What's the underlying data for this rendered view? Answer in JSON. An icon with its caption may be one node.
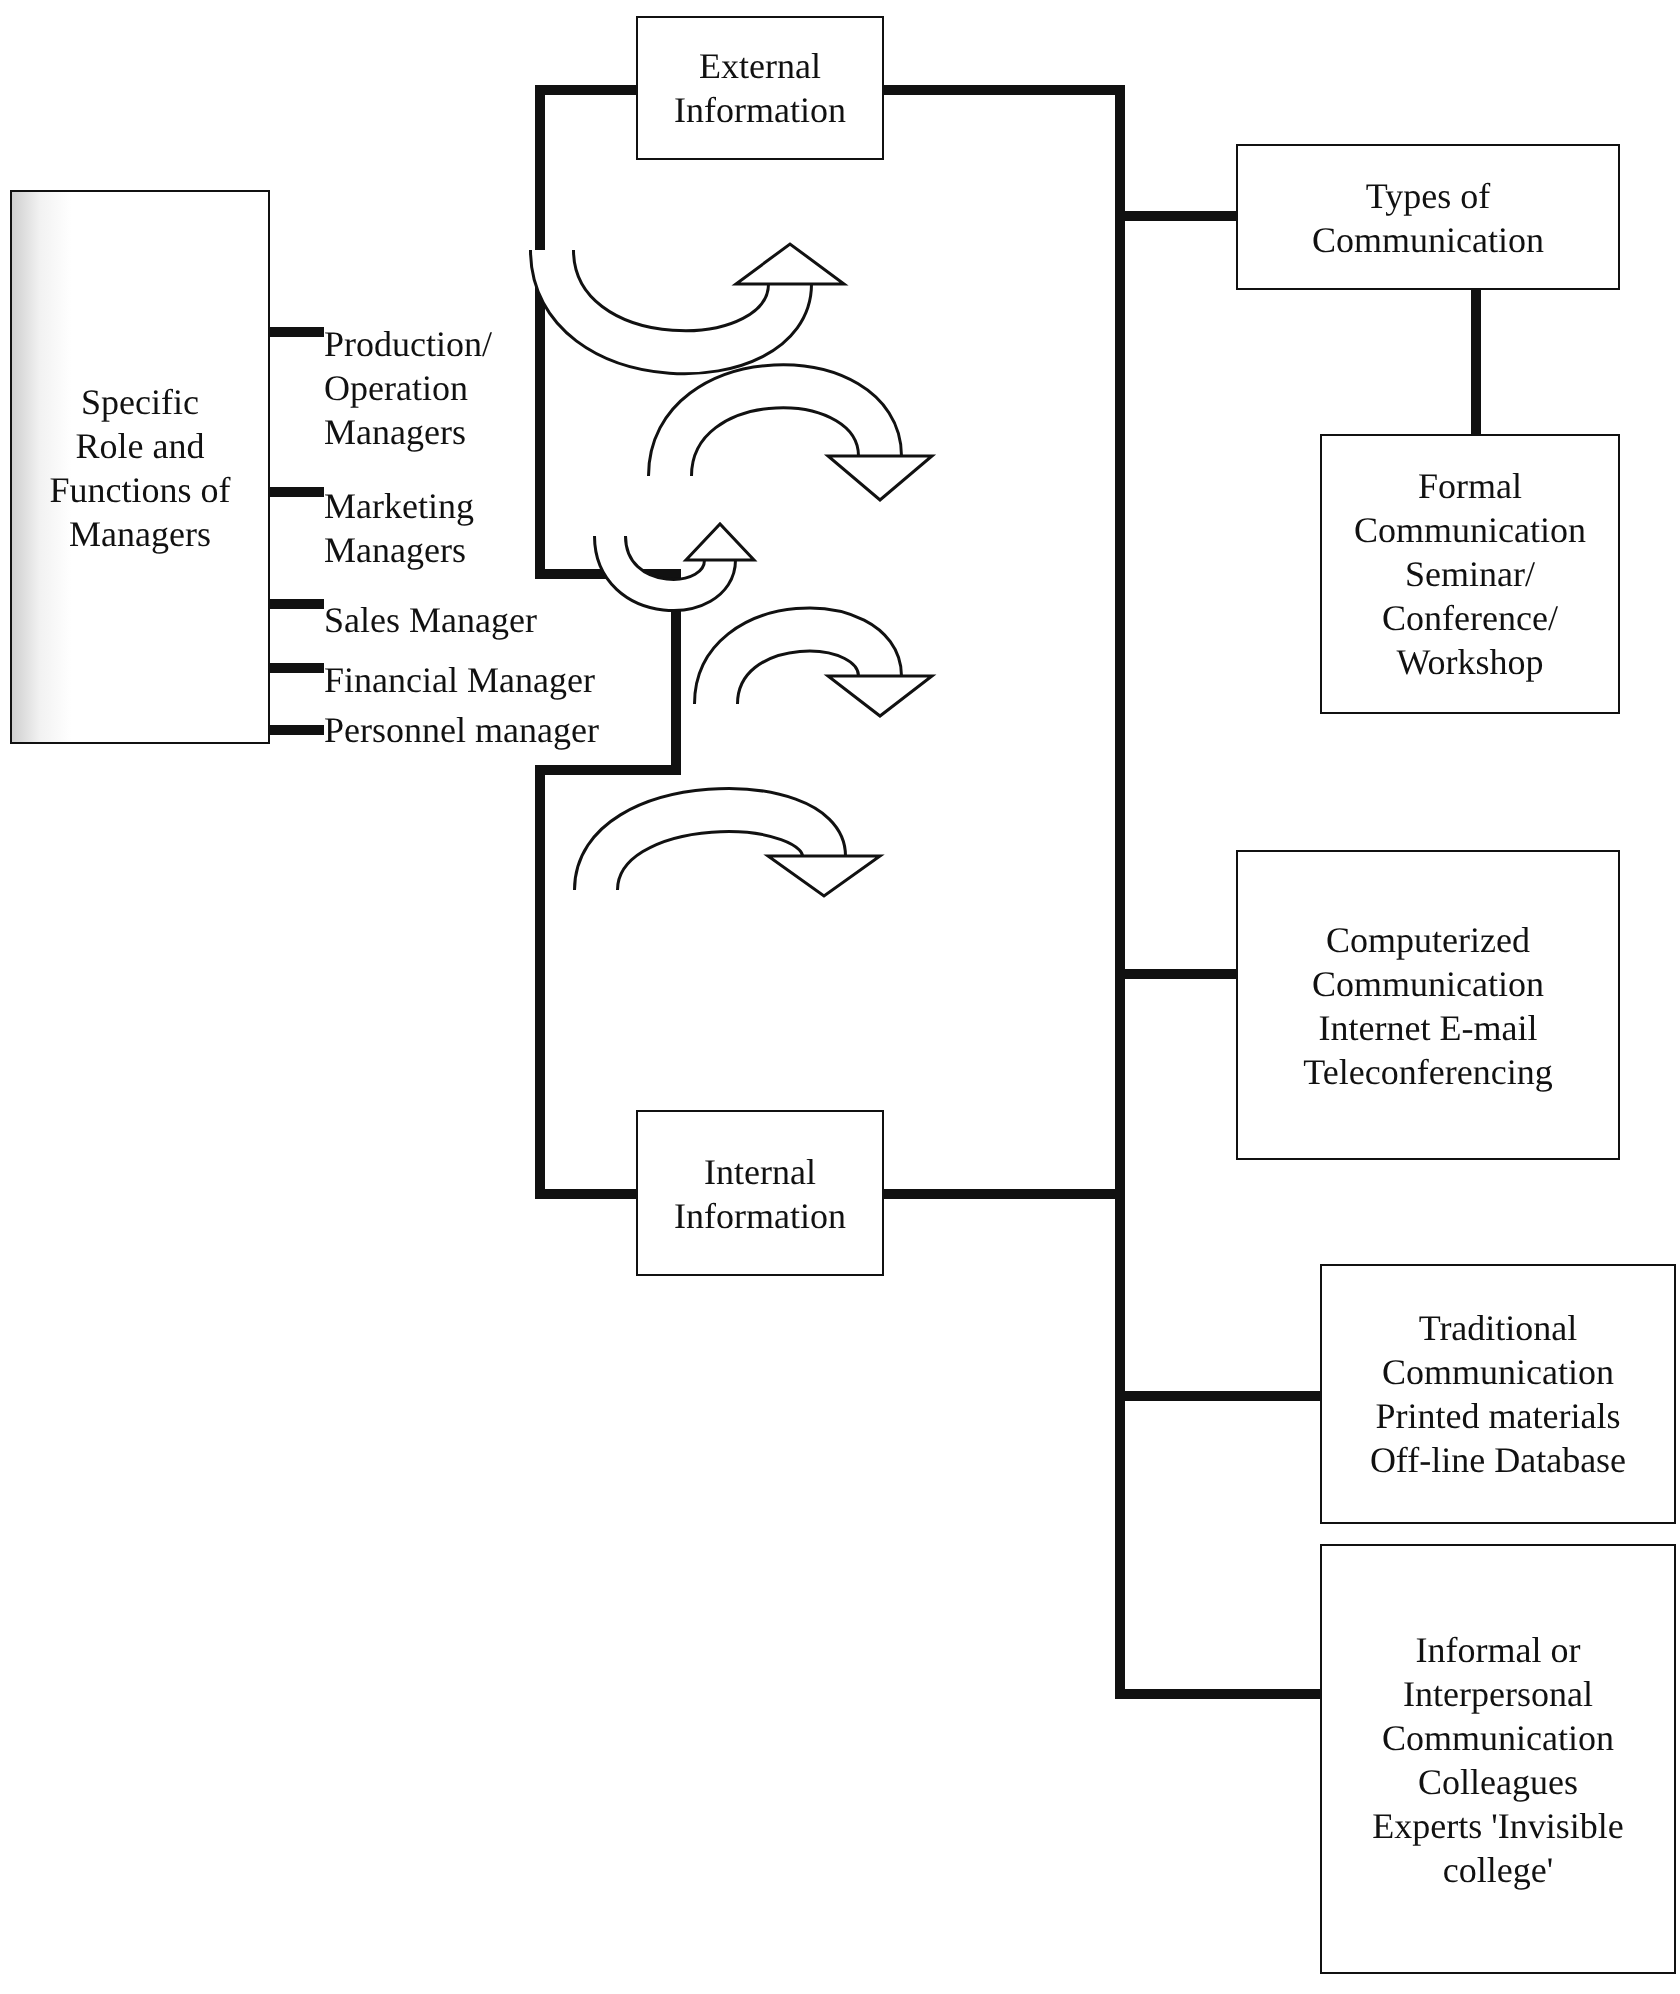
{
  "diagram": {
    "nodes": [
      {
        "text": [
          "Specific Role and Functions of Managers"
        ]
      },
      {
        "text": [
          "Production/ Operation Managers"
        ]
      },
      {
        "text": [
          "Marketing Managers"
        ]
      },
      {
        "text": [
          "Sales Manager"
        ]
      },
      {
        "text": [
          "Financial Manager"
        ]
      },
      {
        "text": [
          "Personnel manager"
        ]
      },
      {
        "text": [
          "External Information"
        ]
      },
      {
        "text": [
          "Types of Communication"
        ]
      },
      {
        "text": [
          "Formal Communication Seminar/ Conference/ Workshop"
        ]
      },
      {
        "text": [
          "Computerized Communication Internet E-mail Teleconferencing"
        ]
      },
      {
        "text": [
          "Internal Information"
        ]
      },
      {
        "text": [
          "Traditional Communication Printed materials Off-line Database"
        ]
      },
      {
        "text": [
          "Informal or Interpersonal Communication Colleagues Experts 'Invisible college'"
        ]
      }
    ],
    "edges": [
      {
        "from": 0,
        "to": 1,
        "arrow": "none"
      },
      {
        "from": 0,
        "to": 2,
        "arrow": "none"
      },
      {
        "from": 0,
        "to": 3,
        "arrow": "none"
      },
      {
        "from": 0,
        "to": 4,
        "arrow": "none"
      },
      {
        "from": 0,
        "to": 5,
        "arrow": "none"
      },
      {
        "from": 6,
        "to": 10,
        "arrow": "none"
      },
      {
        "from": 6,
        "to": 7,
        "arrow": "none"
      },
      {
        "from": 7,
        "to": 8,
        "arrow": "none"
      },
      {
        "from": 6,
        "to": 9,
        "arrow": "none"
      },
      {
        "from": 6,
        "to": 11,
        "arrow": "none"
      },
      {
        "from": 6,
        "to": 12,
        "arrow": "none"
      },
      {
        "from": 10,
        "to": 7,
        "arrow": "none"
      },
      {
        "from": 10,
        "to": 9,
        "arrow": "none"
      },
      {
        "from": 10,
        "to": 11,
        "arrow": "none"
      },
      {
        "from": 10,
        "to": 12,
        "arrow": "none"
      }
    ]
  }
}
